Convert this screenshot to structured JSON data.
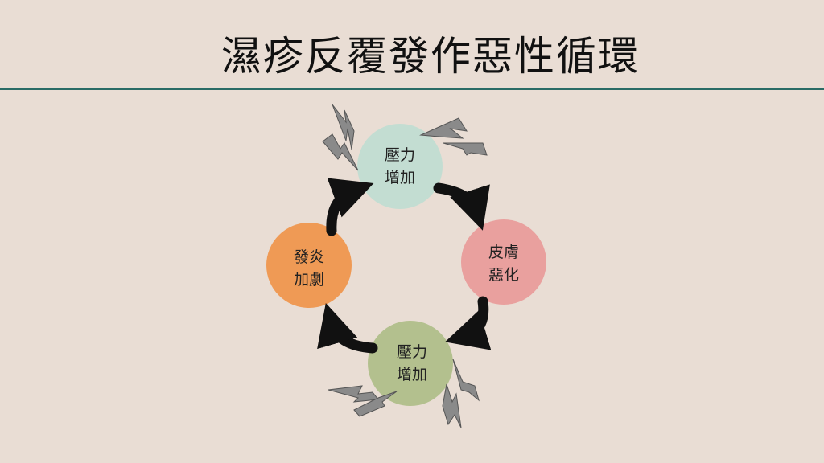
{
  "title": "濕疹反覆發作惡性循環",
  "nodes": [
    {
      "line1": "壓力",
      "line2": "增加",
      "color": "#c3ddd2"
    },
    {
      "line1": "皮膚",
      "line2": "惡化",
      "color": "#e9a09e"
    },
    {
      "line1": "壓力",
      "line2": "增加",
      "color": "#b3c08e"
    },
    {
      "line1": "發炎",
      "line2": "加劇",
      "color": "#ef9a55"
    }
  ],
  "colors": {
    "background": "#e9ddd4",
    "rule": "#2a6b65",
    "arrow": "#111111",
    "bolt": "#8a8a8a"
  }
}
